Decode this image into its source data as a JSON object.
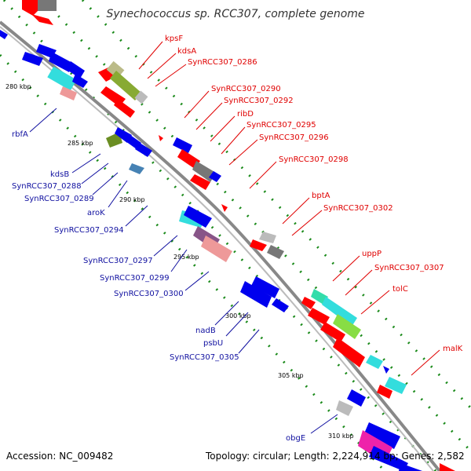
{
  "header": {
    "title": "Synechococcus sp. RCC307, complete genome"
  },
  "footer": {
    "accession": "Accession: NC_009482",
    "topology": "Topology: circular; Length: 2,224,914 bp; Genes: 2,582"
  },
  "scale_labels": [
    "280 kbp",
    "285 kbp",
    "290 kbp",
    "295 kbp",
    "300 kbp",
    "305 kbp",
    "310 kbp"
  ],
  "forward_genes": [
    "kpsF",
    "kdsA",
    "SynRCC307_0286",
    "SynRCC307_0290",
    "SynRCC307_0292",
    "ribD",
    "SynRCC307_0295",
    "SynRCC307_0296",
    "SynRCC307_0298",
    "bptA",
    "SynRCC307_0302",
    "uppP",
    "SynRCC307_0307",
    "tolC",
    "malK"
  ],
  "reverse_genes": [
    "rbfA",
    "kdsB",
    "SynRCC307_0288",
    "SynRCC307_0289",
    "aroK",
    "SynRCC307_0294",
    "SynRCC307_0297",
    "SynRCC307_0299",
    "SynRCC307_0300",
    "nadB",
    "psbU",
    "SynRCC307_0305",
    "obgE"
  ],
  "colors": {
    "forward": "#ff0000",
    "reverse": "#0000ee",
    "backbone": "#888888",
    "gc_dots": "#1a8a1a",
    "cyan": "#33dddd",
    "olive": "#6b8e23",
    "gray": "#888888",
    "pink": "#ee9999",
    "steel": "#4682b4",
    "magenta": "#ee22aa",
    "green": "#22cc66"
  }
}
